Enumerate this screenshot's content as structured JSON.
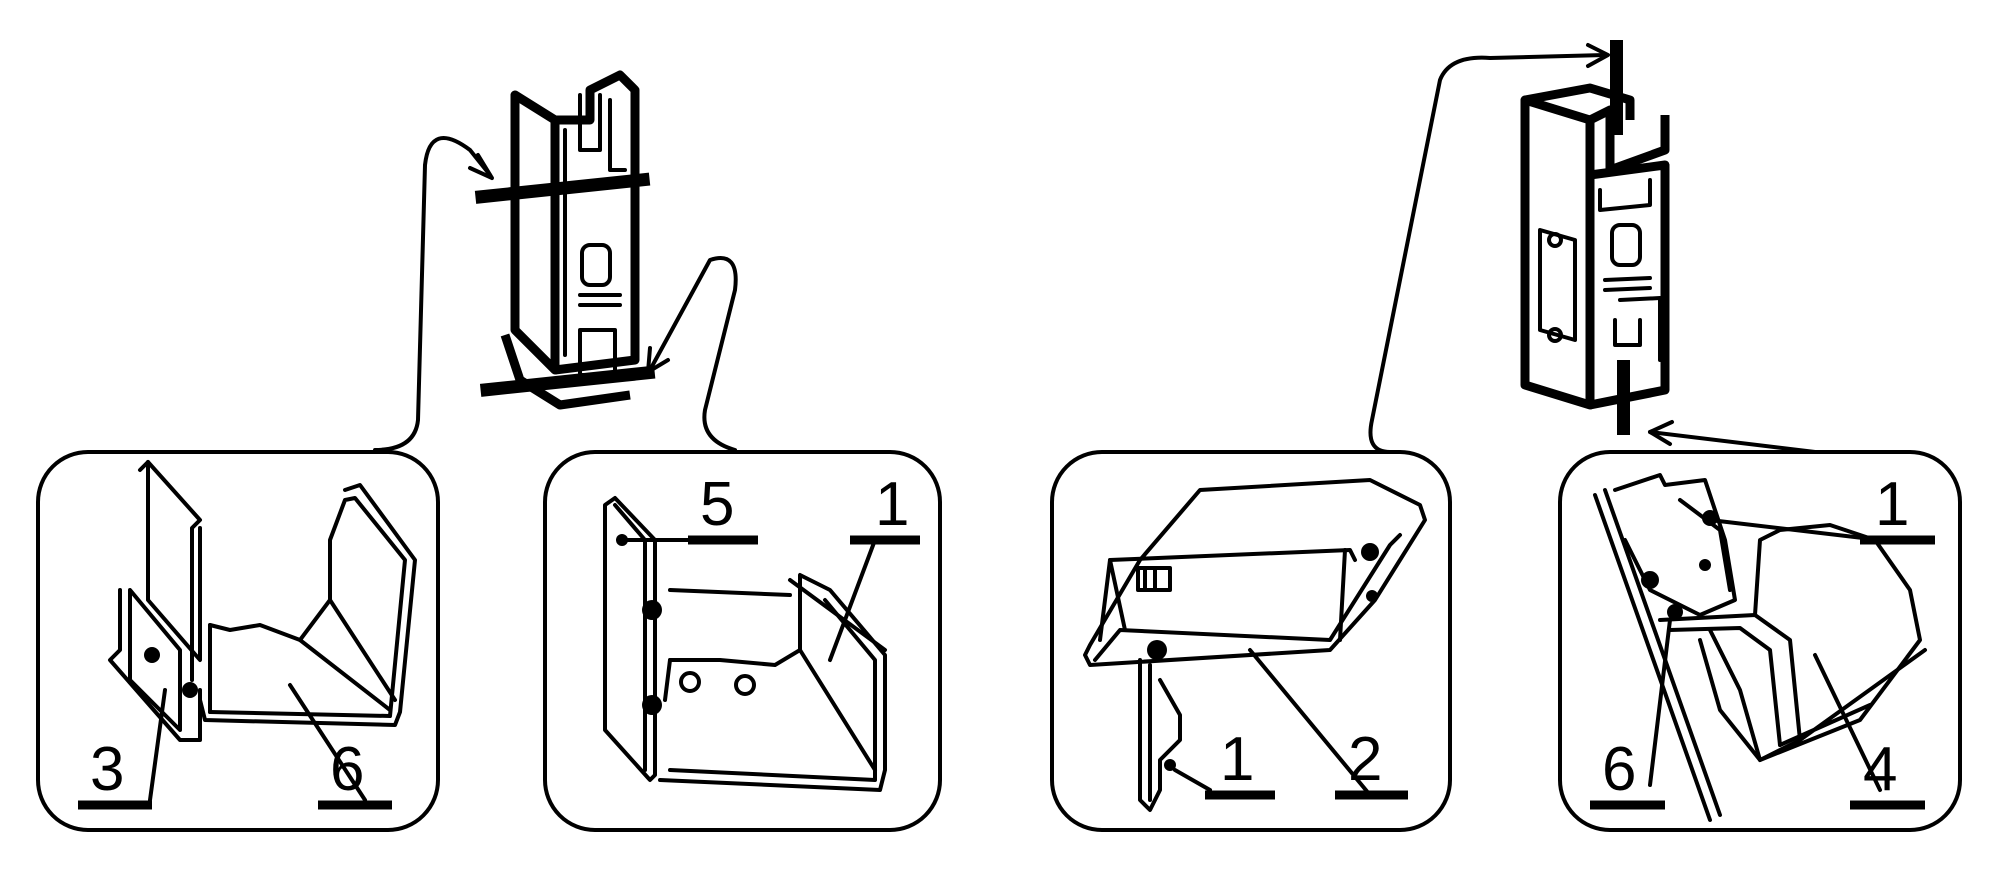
{
  "callouts": [
    {
      "label": "3"
    },
    {
      "label": "6"
    },
    {
      "label": "5"
    },
    {
      "label": "1"
    },
    {
      "label": "1"
    },
    {
      "label": "2"
    },
    {
      "label": "1"
    },
    {
      "label": "6"
    },
    {
      "label": "4"
    }
  ]
}
